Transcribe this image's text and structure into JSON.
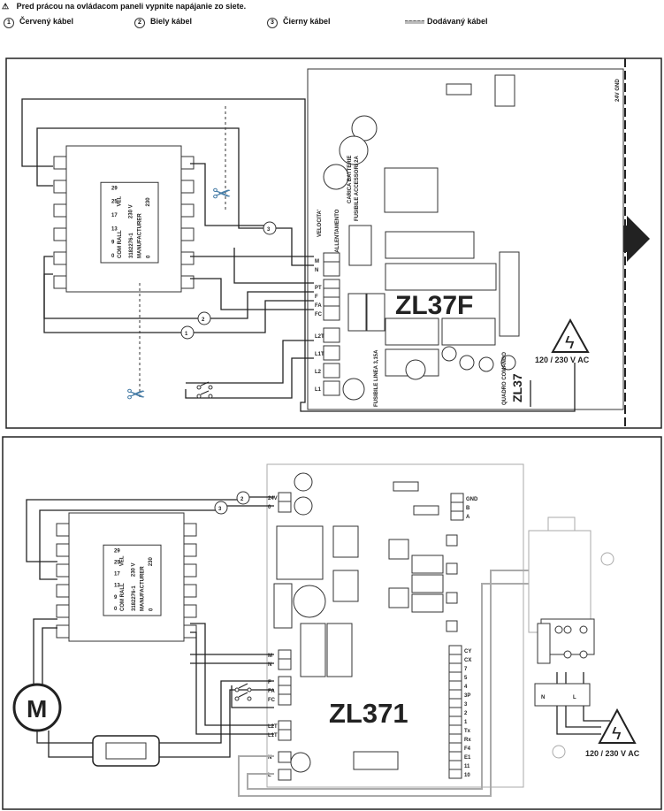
{
  "header": {
    "warning_icon": "warning-triangle-icon",
    "warning": "Pred prácou na ovládacom paneli vypnite napájanie zo siete.",
    "legend": [
      {
        "num": "1",
        "label": "Červený kábel"
      },
      {
        "num": "2",
        "label": "Biely kábel"
      },
      {
        "num": "3",
        "label": "Čierny kábel"
      },
      {
        "num": "",
        "label": "Dodávaný kábel"
      }
    ]
  },
  "top": {
    "board": "ZL37F",
    "board_side": "ZL37",
    "board_side2": "QUADRO COMANDO",
    "terminals": [
      "M",
      "N",
      "PT",
      "F",
      "FA",
      "FC",
      "L2T",
      "L1T",
      "L2",
      "L1"
    ],
    "labels": {
      "speed": "VELOCITA'",
      "slow": "RALLENTAMENTO",
      "battery": "CARICA BATTERIE",
      "fuse_acc": "FUSIBILE ACCESSORI 2A",
      "fuse_line": "FUSIBILE LINEA 3,15A",
      "power": "24V GND"
    },
    "callouts": [
      "3",
      "2",
      "1"
    ],
    "voltage": "120 / 230 V AC",
    "transformer": {
      "taps": [
        "0",
        "9",
        "13",
        "17",
        "25",
        "29"
      ],
      "rall": "COM RALL",
      "vel": "VEL",
      "volts": "230 V",
      "code": "3182276-1",
      "mfr": "MANUFACTURER",
      "prim": [
        "0",
        "230"
      ]
    }
  },
  "bottom": {
    "board": "ZL371",
    "left_terminals": [
      "24V",
      "0",
      "M",
      "N",
      "F",
      "FA",
      "FC",
      "L2T",
      "L1T",
      "N",
      "L"
    ],
    "right_terminals": [
      "CY",
      "CX",
      "7",
      "5",
      "4",
      "3P",
      "3",
      "2",
      "1",
      "Tx",
      "Rx",
      "F4",
      "E1",
      "11",
      "10"
    ],
    "top_terminals": [
      "GND",
      "B",
      "A"
    ],
    "callouts": [
      "2",
      "3"
    ],
    "motor": "M",
    "mains": [
      "N",
      "L"
    ],
    "voltage": "120 / 230 V AC"
  }
}
